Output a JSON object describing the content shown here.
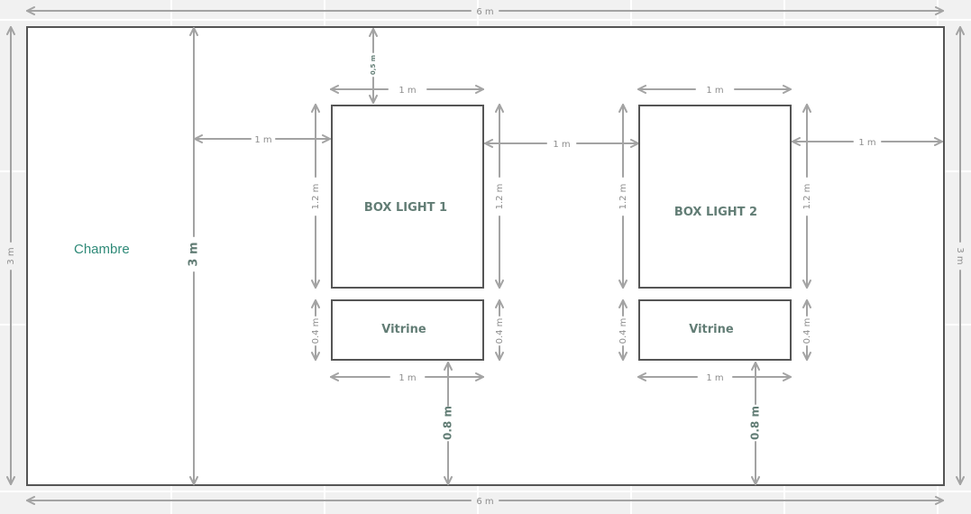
{
  "room": {
    "label": "Chambre",
    "height_label": "3 m"
  },
  "outer_dims": {
    "top_width": "6 m",
    "bottom_width": "6 m",
    "left_height": "3 m",
    "right_height": "3 m"
  },
  "spacing": {
    "wall_to_box1": "1 m",
    "box1_to_box2": "1 m",
    "box2_to_wall": "1 m",
    "top_gap": "0,5 m"
  },
  "units": [
    {
      "box_label": "BOX LIGHT 1",
      "box_width": "1 m",
      "box_height_left": "1.2 m",
      "box_height_right": "1.2 m",
      "vitrine_label": "Vitrine",
      "vitrine_height_left": "0.4 m",
      "vitrine_height_right": "0.4 m",
      "vitrine_width": "1 m",
      "bottom_gap": "0.8 m"
    },
    {
      "box_label": "BOX LIGHT 2",
      "box_width": "1 m",
      "box_height_left": "1.2 m",
      "box_height_right": "1.2 m",
      "vitrine_label": "Vitrine",
      "vitrine_height_left": "0.4 m",
      "vitrine_height_right": "0.4 m",
      "vitrine_width": "1 m",
      "bottom_gap": "0.8 m"
    }
  ]
}
